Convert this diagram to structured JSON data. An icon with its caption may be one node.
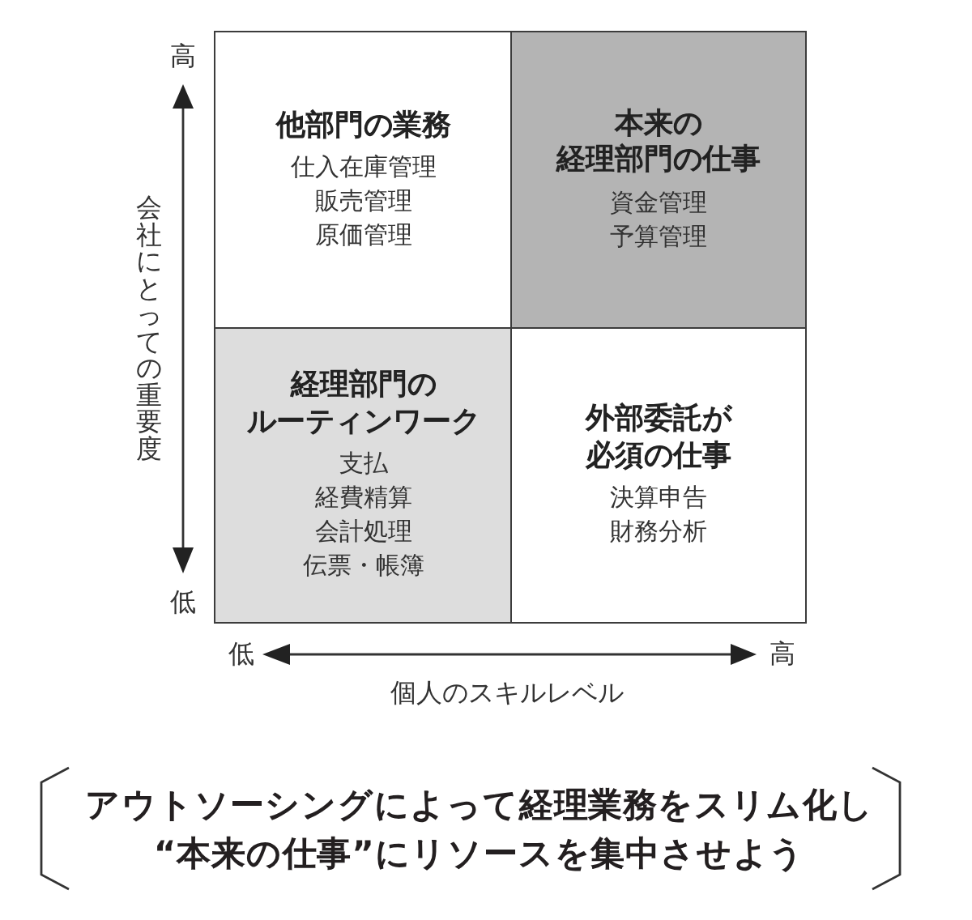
{
  "diagram": {
    "nodes": [
      {
        "text": [
          "他部門の業務",
          "仕入在庫管理",
          "販売管理",
          "原価管理"
        ]
      },
      {
        "text": [
          "本来の経理部門の仕事",
          "資金管理",
          "予算管理"
        ]
      },
      {
        "text": [
          "経理部門のルーティンワーク",
          "支払",
          "経費精算",
          "会計処理",
          "伝票・帳簿"
        ]
      },
      {
        "text": [
          "外部委託が必須の仕事",
          "決算申告",
          "財務分析"
        ]
      }
    ],
    "labels": [
      "高",
      "会社にとっての重要度",
      "低",
      "低",
      "高",
      "個人のスキルレベル"
    ],
    "caption": "アウトソーシングによって経理業務をスリム化し“本来の仕事”にリソースを集中させよう"
  }
}
